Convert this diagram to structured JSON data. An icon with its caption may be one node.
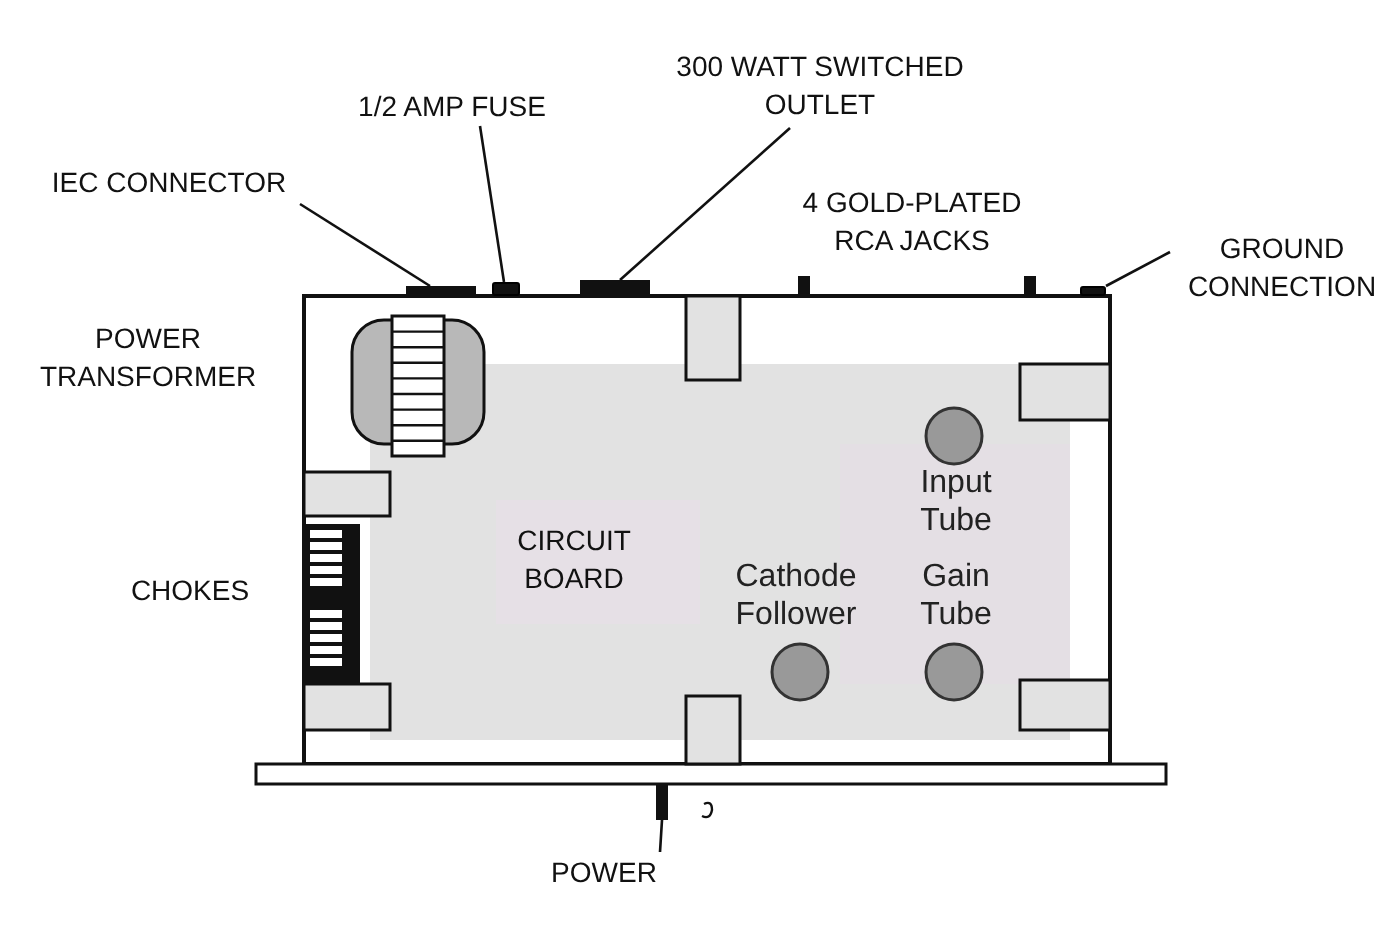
{
  "diagram": {
    "nodes": [
      {
        "text": [
          "IEC CONNECTOR"
        ]
      },
      {
        "text": [],
        "shape": "bar"
      },
      {
        "text": [
          "1/2 AMP FUSE"
        ]
      },
      {
        "text": [],
        "shape": "box"
      },
      {
        "text": [
          "300 WATT SWITCHED OUTLET"
        ]
      },
      {
        "text": [],
        "shape": "bar"
      },
      {
        "text": [
          "GROUND CONNECTION"
        ]
      },
      {
        "text": [],
        "shape": "box"
      },
      {
        "text": [
          "POWER"
        ]
      },
      {
        "text": [],
        "shape": "bar"
      }
    ],
    "edges": [
      {
        "from": 0,
        "to": 1,
        "arrow": "none"
      },
      {
        "from": 2,
        "to": 3,
        "arrow": "none"
      },
      {
        "from": 4,
        "to": 5,
        "arrow": "none"
      },
      {
        "from": 6,
        "to": 7,
        "arrow": "none"
      },
      {
        "from": 8,
        "to": 9,
        "arrow": "none"
      }
    ],
    "labels": [
      "4 GOLD-PLATED RCA JACKS",
      "POWER TRANSFORMER",
      "Input Tube",
      "CIRCUIT BOARD",
      "CHOKES",
      "Cathode Follower",
      "Gain Tube"
    ]
  }
}
